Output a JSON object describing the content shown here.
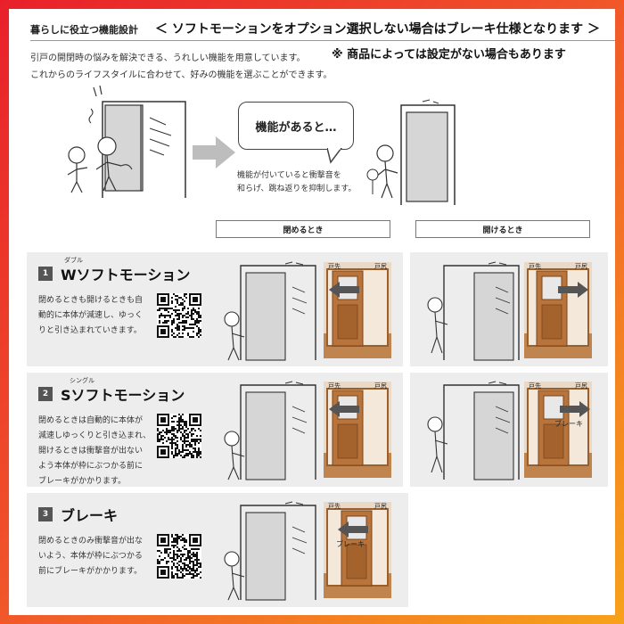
{
  "header": {
    "section_title": "暮らしに役立つ機能設計",
    "notice": "＜ ソフトモーションをオプション選択しない場合はブレーキ仕様となります ＞",
    "sub_notice": "※ 商品によっては設定がない場合もあります"
  },
  "intro": {
    "line1": "引戸の開閉時の悩みを解決できる、うれしい機能を用意しています。",
    "line2": "これからのライフスタイルに合わせて、好みの機能を選ぶことができます。"
  },
  "bubble": {
    "text": "機能があると…",
    "caption_line1": "機能が付いていると衝撃音を",
    "caption_line2": "和らげ、跳ね返りを抑制します。"
  },
  "columns": {
    "closing": "閉めるとき",
    "opening": "開けるとき"
  },
  "photo_labels": {
    "door_front": "戸先",
    "door_back": "戸尻"
  },
  "features": [
    {
      "number": "1",
      "title": "Wソフトモーション",
      "ruby": "ダブル",
      "desc": [
        "閉めるときも開けるときも自",
        "動的に本体が減速し、ゆっく",
        "りと引き込まれていきます。"
      ]
    },
    {
      "number": "2",
      "title": "Sソフトモーション",
      "ruby": "シングル",
      "desc": [
        "閉めるときは自動的に本体が",
        "減速しゆっくりと引き込まれ、",
        "開けるときは衝撃音が出ない",
        "よう本体が枠にぶつかる前に",
        "ブレーキがかかります。"
      ]
    },
    {
      "number": "3",
      "title": "ブレーキ",
      "ruby": "",
      "desc": [
        "閉めるときのみ衝撃音が出な",
        "いよう、本体が枠にぶつかる",
        "前にブレーキがかかります。"
      ]
    }
  ],
  "brake_label": "ブレーキ",
  "colors": {
    "frame_gradient_start": "#e8202a",
    "frame_gradient_end": "#f7a21b",
    "panel_bg": "#eeeded",
    "wood": "#b8743a",
    "arrow_gray": "#bdbdbd"
  }
}
